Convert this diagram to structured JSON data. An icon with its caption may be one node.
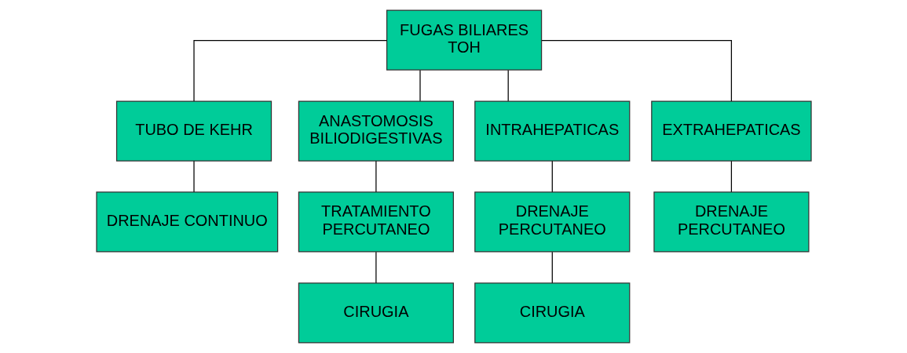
{
  "diagram": {
    "nodes": [
      {
        "text": [
          "FUGAS BILIARES TOH"
        ]
      },
      {
        "text": [
          "TUBO DE KEHR"
        ]
      },
      {
        "text": [
          "ANASTOMOSIS BILIODIGESTIVAS"
        ]
      },
      {
        "text": [
          "INTRAHEPATICAS"
        ]
      },
      {
        "text": [
          "EXTRAHEPATICAS"
        ]
      },
      {
        "text": [
          "DRENAJE CONTINUO"
        ]
      },
      {
        "text": [
          "TRATAMIENTO PERCUTANEO"
        ]
      },
      {
        "text": [
          "DRENAJE PERCUTANEO"
        ]
      },
      {
        "text": [
          "DRENAJE PERCUTANEO"
        ]
      },
      {
        "text": [
          "CIRUGIA"
        ]
      },
      {
        "text": [
          "CIRUGIA"
        ]
      }
    ],
    "edges": [
      {
        "from": 0,
        "to": 1,
        "arrow": "none"
      },
      {
        "from": 0,
        "to": 2,
        "arrow": "none"
      },
      {
        "from": 0,
        "to": 3,
        "arrow": "none"
      },
      {
        "from": 0,
        "to": 4,
        "arrow": "none"
      },
      {
        "from": 1,
        "to": 5,
        "arrow": "none"
      },
      {
        "from": 2,
        "to": 6,
        "arrow": "none"
      },
      {
        "from": 3,
        "to": 7,
        "arrow": "none"
      },
      {
        "from": 4,
        "to": 8,
        "arrow": "none"
      },
      {
        "from": 6,
        "to": 9,
        "arrow": "none"
      },
      {
        "from": 7,
        "to": 10,
        "arrow": "none"
      }
    ]
  }
}
